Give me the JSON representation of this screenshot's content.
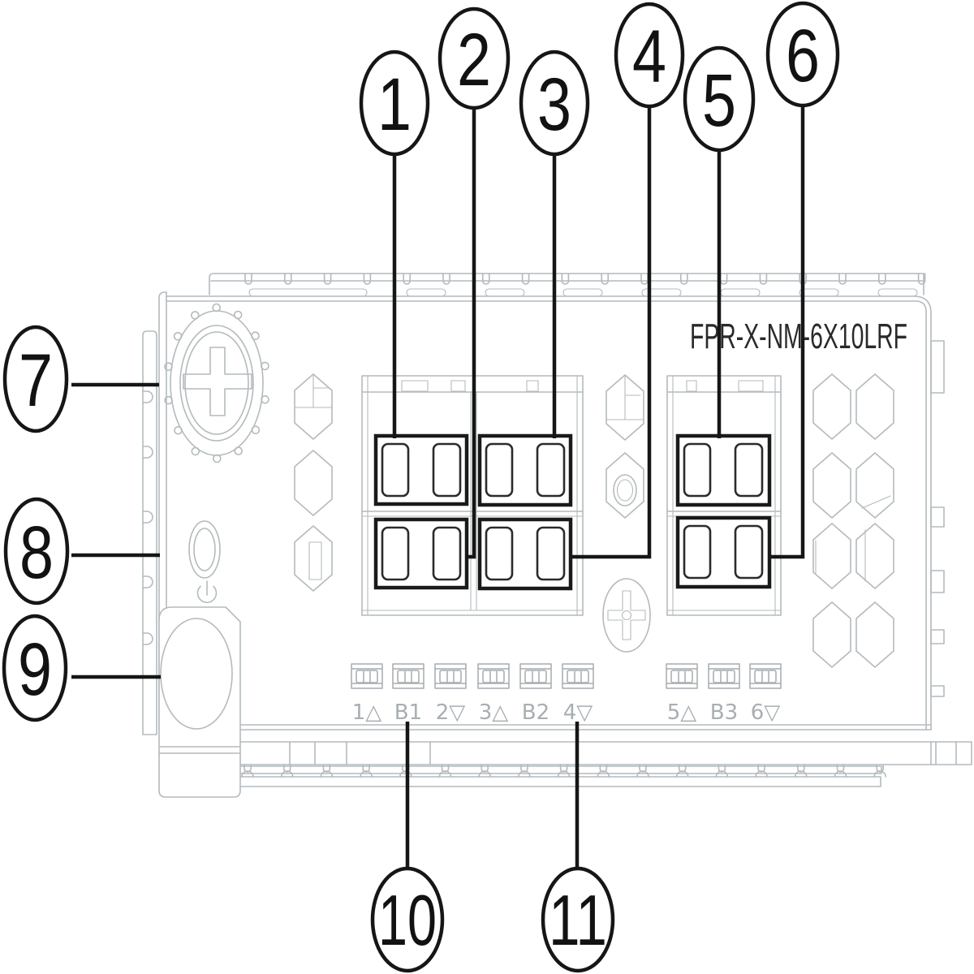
{
  "figure": {
    "module": {
      "model_label": "FPR-X-NM-6X10LRF"
    },
    "callouts": [
      {
        "label": "1"
      },
      {
        "label": "2"
      },
      {
        "label": "3"
      },
      {
        "label": "4"
      },
      {
        "label": "5"
      },
      {
        "label": "6"
      },
      {
        "label": "7"
      },
      {
        "label": "8"
      },
      {
        "label": "9"
      },
      {
        "label": "10"
      },
      {
        "label": "11"
      }
    ],
    "port_leds": [
      "1△",
      "B1",
      "2▽",
      "3△",
      "B2",
      "4▽",
      "5△",
      "B3",
      "6▽"
    ],
    "colors": {
      "outline_black": "#161616",
      "panel_line_gray": "#b4babd",
      "led_line_gray": "#a6acaf",
      "port_label_gray": "#a9aeb1",
      "model_text": "#2a2a2a",
      "background": "#ffffff"
    }
  }
}
